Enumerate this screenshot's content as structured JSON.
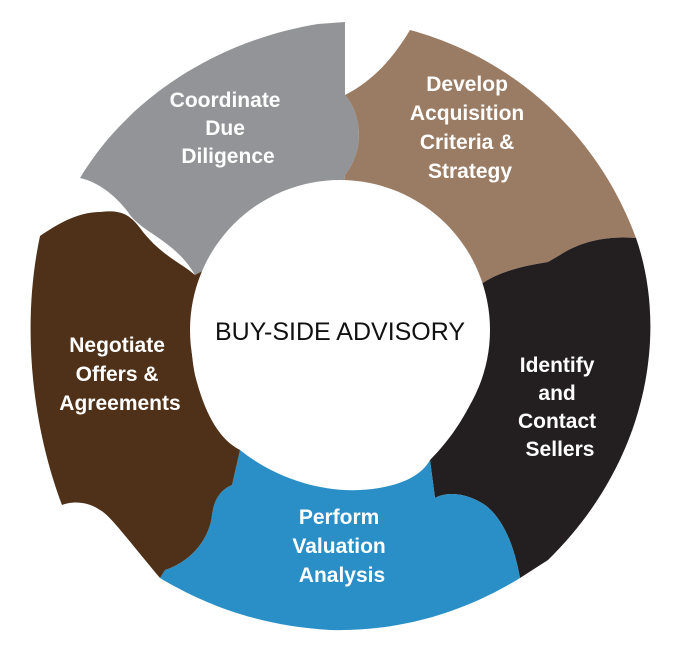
{
  "center": {
    "title": "BUY-SIDE ADVISORY"
  },
  "segments": [
    {
      "lines": [
        "Coordinate",
        "Due",
        "Diligence"
      ],
      "color": "#929497"
    },
    {
      "lines": [
        "Develop",
        "Acquisition",
        "Criteria &",
        "Strategy"
      ],
      "color": "#9a7b63"
    },
    {
      "lines": [
        "Identify",
        "and",
        "Contact",
        "Sellers"
      ],
      "color": "#231f20"
    },
    {
      "lines": [
        "Perform",
        "Valuation",
        "Analysis"
      ],
      "color": "#2a8fc6"
    },
    {
      "lines": [
        "Negotiate",
        "Offers &",
        "Agreements"
      ],
      "color": "#4e3118"
    }
  ],
  "colors": {
    "background": "#ffffff",
    "center_fill": "#ffffff",
    "center_text": "#111111",
    "segment_text": "#ffffff"
  }
}
